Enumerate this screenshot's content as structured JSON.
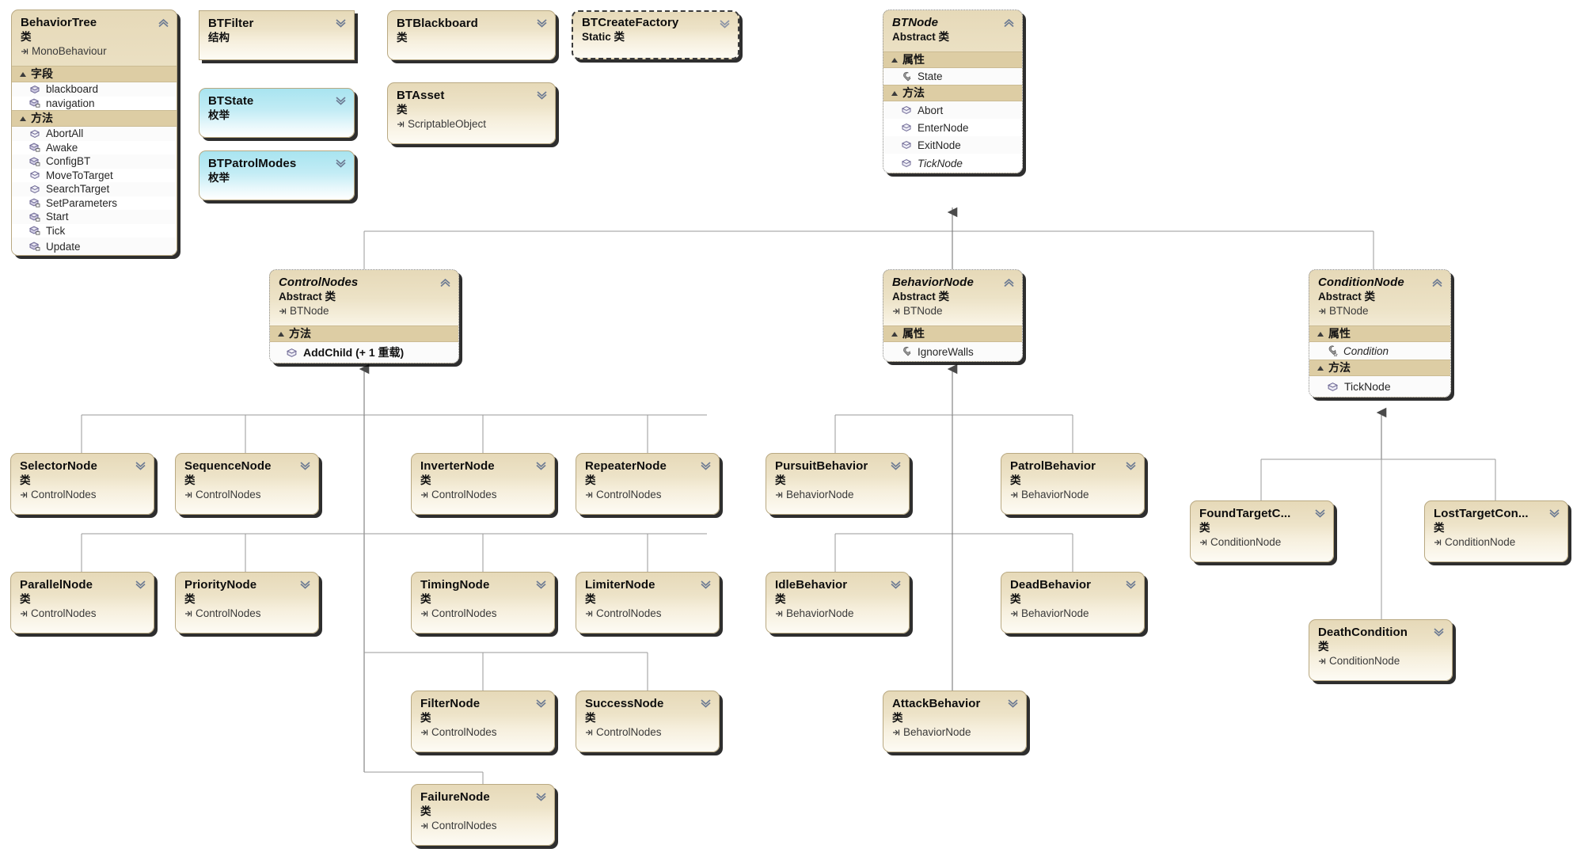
{
  "diagram": {
    "title": "Behavior Tree UML Class Diagram",
    "section_labels": {
      "fields": "字段",
      "properties": "属性",
      "methods": "方法"
    },
    "kinds": {
      "class": "类",
      "struct": "结构",
      "enum": "枚举",
      "abstract": "Abstract 类",
      "static": "Static 类"
    },
    "colors": {
      "box_fill_top": "#e6d9b8",
      "box_fill_bottom": "#fdfbf4",
      "section_bar": "#ddcda4",
      "enum_fill_top": "#a8e4f0",
      "border": "#b9a982",
      "connector": "#8f8f8f"
    }
  },
  "classes": [
    {
      "id": "BehaviorTree",
      "name": "BehaviorTree",
      "kind": "类",
      "base": "MonoBehaviour",
      "style": "rounded",
      "chevron": "chevron-up",
      "sections": [
        {
          "label": "字段",
          "members": [
            {
              "name": "blackboard",
              "icon": "field-icon",
              "visibility": "public"
            },
            {
              "name": "navigation",
              "icon": "field-private-icon",
              "visibility": "private"
            }
          ]
        },
        {
          "label": "方法",
          "members": [
            {
              "name": "AbortAll",
              "icon": "method-icon",
              "visibility": "public"
            },
            {
              "name": "Awake",
              "icon": "method-private-icon",
              "visibility": "private"
            },
            {
              "name": "ConfigBT",
              "icon": "method-private-icon",
              "visibility": "private"
            },
            {
              "name": "MoveToTarget",
              "icon": "method-icon",
              "visibility": "public"
            },
            {
              "name": "SearchTarget",
              "icon": "method-icon",
              "visibility": "public"
            },
            {
              "name": "SetParameters",
              "icon": "method-private-icon",
              "visibility": "private"
            },
            {
              "name": "Start",
              "icon": "method-private-icon",
              "visibility": "private"
            },
            {
              "name": "Tick",
              "icon": "method-private-icon",
              "visibility": "private"
            },
            {
              "name": "Update",
              "icon": "method-private-icon",
              "visibility": "private"
            }
          ]
        }
      ]
    },
    {
      "id": "BTFilter",
      "name": "BTFilter",
      "kind": "结构",
      "base": null,
      "style": "struct",
      "chevron": "chevron-down"
    },
    {
      "id": "BTBlackboard",
      "name": "BTBlackboard",
      "kind": "类",
      "base": null,
      "style": "rounded",
      "chevron": "chevron-down"
    },
    {
      "id": "BTCreateFactory",
      "name": "BTCreateFactory",
      "kind": "Static 类",
      "base": null,
      "style": "dashed",
      "chevron": "chevron-down"
    },
    {
      "id": "BTState",
      "name": "BTState",
      "kind": "枚举",
      "base": null,
      "style": "enum",
      "chevron": "chevron-down"
    },
    {
      "id": "BTAsset",
      "name": "BTAsset",
      "kind": "类",
      "base": "ScriptableObject",
      "style": "rounded",
      "chevron": "chevron-down"
    },
    {
      "id": "BTPatrolModes",
      "name": "BTPatrolModes",
      "kind": "枚举",
      "base": null,
      "style": "enum",
      "chevron": "chevron-down"
    },
    {
      "id": "BTNode",
      "name": "BTNode",
      "kind": "Abstract 类",
      "base": null,
      "style": "dotted",
      "italic": true,
      "chevron": "chevron-up",
      "sections": [
        {
          "label": "属性",
          "members": [
            {
              "name": "State",
              "icon": "property-icon"
            }
          ]
        },
        {
          "label": "方法",
          "members": [
            {
              "name": "Abort",
              "icon": "method-icon"
            },
            {
              "name": "EnterNode",
              "icon": "method-icon"
            },
            {
              "name": "ExitNode",
              "icon": "method-icon"
            },
            {
              "name": "TickNode",
              "icon": "method-icon",
              "italic": true
            }
          ]
        }
      ]
    },
    {
      "id": "ControlNodes",
      "name": "ControlNodes",
      "kind": "Abstract 类",
      "base": "BTNode",
      "style": "dotted",
      "italic": true,
      "chevron": "chevron-up",
      "sections": [
        {
          "label": "方法",
          "members": [
            {
              "name": "AddChild (+ 1 重载)",
              "icon": "method-icon",
              "bold": true
            }
          ]
        }
      ]
    },
    {
      "id": "BehaviorNode",
      "name": "BehaviorNode",
      "kind": "Abstract 类",
      "base": "BTNode",
      "style": "dotted",
      "italic": true,
      "chevron": "chevron-up",
      "sections": [
        {
          "label": "属性",
          "members": [
            {
              "name": "IgnoreWalls",
              "icon": "property-icon"
            }
          ]
        }
      ]
    },
    {
      "id": "ConditionNode",
      "name": "ConditionNode",
      "kind": "Abstract 类",
      "base": "BTNode",
      "style": "dotted",
      "italic": true,
      "chevron": "chevron-up",
      "sections": [
        {
          "label": "属性",
          "members": [
            {
              "name": "Condition",
              "icon": "property-abstract-icon",
              "italic": true
            }
          ]
        },
        {
          "label": "方法",
          "members": [
            {
              "name": "TickNode",
              "icon": "method-icon"
            }
          ]
        }
      ]
    },
    {
      "id": "SelectorNode",
      "name": "SelectorNode",
      "kind": "类",
      "base": "ControlNodes",
      "style": "rounded",
      "chevron": "chevron-down"
    },
    {
      "id": "SequenceNode",
      "name": "SequenceNode",
      "kind": "类",
      "base": "ControlNodes",
      "style": "rounded",
      "chevron": "chevron-down"
    },
    {
      "id": "InverterNode",
      "name": "InverterNode",
      "kind": "类",
      "base": "ControlNodes",
      "style": "rounded",
      "chevron": "chevron-down"
    },
    {
      "id": "RepeaterNode",
      "name": "RepeaterNode",
      "kind": "类",
      "base": "ControlNodes",
      "style": "rounded",
      "chevron": "chevron-down"
    },
    {
      "id": "PursuitBehavior",
      "name": "PursuitBehavior",
      "kind": "类",
      "base": "BehaviorNode",
      "style": "rounded",
      "chevron": "chevron-down"
    },
    {
      "id": "PatrolBehavior",
      "name": "PatrolBehavior",
      "kind": "类",
      "base": "BehaviorNode",
      "style": "rounded",
      "chevron": "chevron-down"
    },
    {
      "id": "ParallelNode",
      "name": "ParallelNode",
      "kind": "类",
      "base": "ControlNodes",
      "style": "rounded",
      "chevron": "chevron-down"
    },
    {
      "id": "PriorityNode",
      "name": "PriorityNode",
      "kind": "类",
      "base": "ControlNodes",
      "style": "rounded",
      "chevron": "chevron-down"
    },
    {
      "id": "TimingNode",
      "name": "TimingNode",
      "kind": "类",
      "base": "ControlNodes",
      "style": "rounded",
      "chevron": "chevron-down"
    },
    {
      "id": "LimiterNode",
      "name": "LimiterNode",
      "kind": "类",
      "base": "ControlNodes",
      "style": "rounded",
      "chevron": "chevron-down"
    },
    {
      "id": "IdleBehavior",
      "name": "IdleBehavior",
      "kind": "类",
      "base": "BehaviorNode",
      "style": "rounded",
      "chevron": "chevron-down"
    },
    {
      "id": "DeadBehavior",
      "name": "DeadBehavior",
      "kind": "类",
      "base": "BehaviorNode",
      "style": "rounded",
      "chevron": "chevron-down"
    },
    {
      "id": "FoundTargetCondition",
      "name": "FoundTargetC...",
      "kind": "类",
      "base": "ConditionNode",
      "style": "rounded",
      "chevron": "chevron-down"
    },
    {
      "id": "LostTargetCondition",
      "name": "LostTargetCon...",
      "kind": "类",
      "base": "ConditionNode",
      "style": "rounded",
      "chevron": "chevron-down"
    },
    {
      "id": "FilterNode",
      "name": "FilterNode",
      "kind": "类",
      "base": "ControlNodes",
      "style": "rounded",
      "chevron": "chevron-down"
    },
    {
      "id": "SuccessNode",
      "name": "SuccessNode",
      "kind": "类",
      "base": "ControlNodes",
      "style": "rounded",
      "chevron": "chevron-down"
    },
    {
      "id": "AttackBehavior",
      "name": "AttackBehavior",
      "kind": "类",
      "base": "BehaviorNode",
      "style": "rounded",
      "chevron": "chevron-down"
    },
    {
      "id": "DeathCondition",
      "name": "DeathCondition",
      "kind": "类",
      "base": "ConditionNode",
      "style": "rounded",
      "chevron": "chevron-down"
    },
    {
      "id": "FailureNode",
      "name": "FailureNode",
      "kind": "类",
      "base": "ControlNodes",
      "style": "rounded",
      "chevron": "chevron-down"
    }
  ],
  "inheritance": [
    {
      "from": "ControlNodes",
      "to": "BTNode"
    },
    {
      "from": "BehaviorNode",
      "to": "BTNode"
    },
    {
      "from": "ConditionNode",
      "to": "BTNode"
    },
    {
      "from": "SelectorNode",
      "to": "ControlNodes"
    },
    {
      "from": "SequenceNode",
      "to": "ControlNodes"
    },
    {
      "from": "InverterNode",
      "to": "ControlNodes"
    },
    {
      "from": "RepeaterNode",
      "to": "ControlNodes"
    },
    {
      "from": "ParallelNode",
      "to": "ControlNodes"
    },
    {
      "from": "PriorityNode",
      "to": "ControlNodes"
    },
    {
      "from": "TimingNode",
      "to": "ControlNodes"
    },
    {
      "from": "LimiterNode",
      "to": "ControlNodes"
    },
    {
      "from": "FilterNode",
      "to": "ControlNodes"
    },
    {
      "from": "SuccessNode",
      "to": "ControlNodes"
    },
    {
      "from": "FailureNode",
      "to": "ControlNodes"
    },
    {
      "from": "PursuitBehavior",
      "to": "BehaviorNode"
    },
    {
      "from": "PatrolBehavior",
      "to": "BehaviorNode"
    },
    {
      "from": "IdleBehavior",
      "to": "BehaviorNode"
    },
    {
      "from": "DeadBehavior",
      "to": "BehaviorNode"
    },
    {
      "from": "AttackBehavior",
      "to": "BehaviorNode"
    },
    {
      "from": "FoundTargetCondition",
      "to": "ConditionNode"
    },
    {
      "from": "LostTargetCondition",
      "to": "ConditionNode"
    },
    {
      "from": "DeathCondition",
      "to": "ConditionNode"
    }
  ]
}
